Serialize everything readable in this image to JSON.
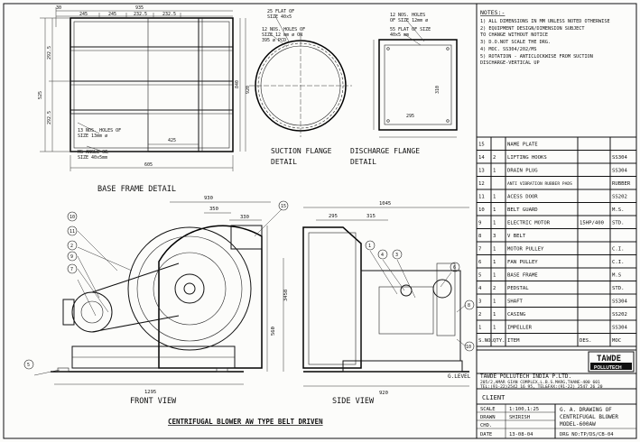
{
  "notes": {
    "heading": "NOTES:-",
    "items": [
      "1) ALL DIMENSIONS IN MM UNLESS NOTED OTHERWISE",
      "2) EQUIPMENT DESIGN/DIMENSION SUBJECT",
      "   TO CHANGE WITHOUT NOTICE",
      "3) D.O.NOT SCALE THE DRG.",
      "4) MOC. SS304/202/MS",
      "5) ROTATION - ANTICLOCKWISE FROM SUCTION",
      "   DISCHARGE-VERTICAL UP"
    ]
  },
  "bom": {
    "rows": [
      {
        "sno": "15",
        "qty": "",
        "item": "NAME PLATE",
        "des": "",
        "moc": ""
      },
      {
        "sno": "14",
        "qty": "2",
        "item": "LIFTING HOOKS",
        "des": "",
        "moc": "SS304"
      },
      {
        "sno": "13",
        "qty": "1",
        "item": "DRAIN PLUG",
        "des": "",
        "moc": "SS304"
      },
      {
        "sno": "12",
        "qty": "",
        "item": "ANTI VIBRATION RUBBER PADS",
        "des": "",
        "moc": "RUBBER"
      },
      {
        "sno": "11",
        "qty": "1",
        "item": "ACESS DOOR",
        "des": "",
        "moc": "SS202"
      },
      {
        "sno": "10",
        "qty": "1",
        "item": "BELT GUARD",
        "des": "",
        "moc": "M.S."
      },
      {
        "sno": "9",
        "qty": "1",
        "item": "ELECTRIC MOTOR",
        "des": "15HP/400",
        "moc": "STD."
      },
      {
        "sno": "8",
        "qty": "3",
        "item": "V BELT",
        "des": "",
        "moc": ""
      },
      {
        "sno": "7",
        "qty": "1",
        "item": "MOTOR PULLEY",
        "des": "",
        "moc": "C.I."
      },
      {
        "sno": "6",
        "qty": "1",
        "item": "FAN PULLEY",
        "des": "",
        "moc": "C.I."
      },
      {
        "sno": "5",
        "qty": "1",
        "item": "BASE FRAME",
        "des": "",
        "moc": "M.S"
      },
      {
        "sno": "4",
        "qty": "2",
        "item": "PEDSTAL",
        "des": "",
        "moc": "STD."
      },
      {
        "sno": "3",
        "qty": "1",
        "item": "SHAFT",
        "des": "",
        "moc": "SS304"
      },
      {
        "sno": "2",
        "qty": "1",
        "item": "CASING",
        "des": "",
        "moc": "SS202"
      },
      {
        "sno": "1",
        "qty": "1",
        "item": "IMPELLER",
        "des": "",
        "moc": "SS304"
      }
    ],
    "header": {
      "sno": "S.NO.",
      "qty": "QTY.",
      "item": "ITEM",
      "des": "DES.",
      "moc": "MOC"
    }
  },
  "titleblock": {
    "logo_top": "TAWDE",
    "logo_bottom": "POLLUTECH",
    "company": "TAWDE POLLUTECH INDIA P.LTD.",
    "address": "205/2,AMAR GIAN COMPLEX,L.B.S.MARG,THANE-400 601",
    "phone": "TEL:(91-22)2542 16 95, TEL&FAX:(91-22) 2547 26 20",
    "client_label": "CLIENT",
    "scale_label": "SCALE",
    "scale_value": "1:100,1:25",
    "drawn_label": "DRAWN",
    "drawn_value": "SHIRISH",
    "chd_label": "CHD.",
    "chd_value": "",
    "date_label": "DATE",
    "date_value": "13-08-04",
    "drawing_title_1": "G. A. DRAWING OF",
    "drawing_title_2": "CENTRIFUGAL BLOWER",
    "drawing_title_3": "MODEL-600AW",
    "drg_no": "DRG NO:TP/DS/CB-04"
  },
  "views": {
    "base_frame": "BASE FRAME DETAIL",
    "suction_1": "SUCTION FLANGE",
    "suction_2": "DETAIL",
    "discharge_1": "DISCHARGE FLANGE",
    "discharge_2": "DETAIL",
    "front": "FRONT VIEW",
    "side": "SIDE VIEW",
    "main_title": "CENTRIFUGAL BLOWER AW TYPE BELT DRIVEN",
    "glevel": "G.LEVEL"
  },
  "annotations": {
    "holes_base_1": "13 NOS. HOLES OF",
    "holes_base_2": "SIZE 13mm ø",
    "ms_angle_1": "MS ANGLE OF",
    "ms_angle_2": "SIZE 40x5mm",
    "flat_suction_1": "25 FLAT OF",
    "flat_suction_2": "SIZE 40x5",
    "holes_suction_1": "12 NOS. HOLES OF",
    "holes_suction_2": "SIZE 12 mm ø ON",
    "holes_suction_3": "395 ø PCD",
    "holes_disch_1": "12 NOS. HOLES",
    "holes_disch_2": "OF SIZE 12mm ø",
    "flat_disch_1": "55 FLAT OF SIZE",
    "flat_disch_2": "40x5 mm"
  },
  "dimensions": {
    "d935": "935",
    "d245a": "245",
    "d245b": "245",
    "d2325a": "232.5",
    "d2325b": "232.5",
    "d30": "30",
    "d425": "425",
    "d605": "605",
    "d525": "525",
    "d2925a": "292.5",
    "d2925b": "292.5",
    "d840": "840",
    "d920": "920",
    "d310": "310",
    "d295": "295",
    "d930": "930",
    "d350": "350",
    "d330": "330",
    "d560": "560",
    "d3458": "3458",
    "d1295": "1295",
    "d1045": "1045",
    "d295s": "295",
    "d315": "315",
    "d920s": "920"
  },
  "balloons": {
    "front": [
      "10",
      "11",
      "2",
      "9",
      "7",
      "5"
    ],
    "front_right": "15",
    "side": [
      "1",
      "4",
      "3",
      "6",
      "8",
      "10"
    ]
  }
}
